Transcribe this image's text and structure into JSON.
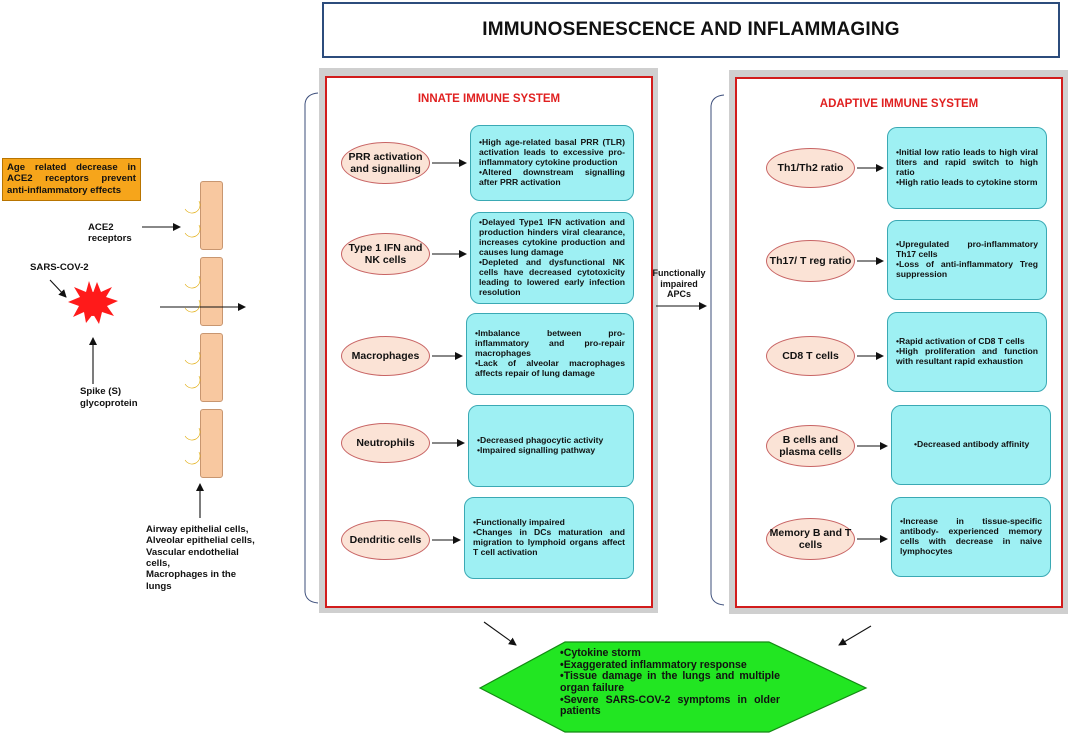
{
  "title": "IMMUNOSENESCENCE AND INFLAMMAGING",
  "left": {
    "ace2_note": "Age related decrease in ACE2 receptors prevent anti-inflammatory effects",
    "ace2_receptors_label": "ACE2 receptors",
    "virus_label": "SARS-COV-2",
    "spike_label_1": "Spike (S)",
    "spike_label_2": "glycoprotein",
    "cells_label": [
      "Airway epithelial cells,",
      "Alveolar epithelial cells,",
      "Vascular endothelial cells,",
      "Macrophages in the lungs"
    ]
  },
  "innate": {
    "title": "INNATE IMMUNE SYSTEM",
    "rows": [
      {
        "name": "PRR activation and signalling",
        "points": [
          "•High age-related basal PRR (TLR) activation leads to excessive pro-inflammatory cytokine production",
          "•Altered downstream signalling after PRR activation"
        ]
      },
      {
        "name": "Type 1 IFN and NK cells",
        "points": [
          "•Delayed Type1 IFN activation and production hinders viral clearance, increases cytokine production and causes lung damage",
          "•Depleted and dysfunctional NK cells have decreased cytotoxicity leading to lowered early infection resolution"
        ]
      },
      {
        "name": "Macrophages",
        "points": [
          "•Imbalance between pro-inflammatory and pro-repair macrophages",
          "•Lack of alveolar macrophages affects repair of lung damage"
        ]
      },
      {
        "name": "Neutrophils",
        "points": [
          "•Decreased phagocytic activity",
          "•Impaired signalling pathway"
        ]
      },
      {
        "name": "Dendritic cells",
        "points": [
          "•Functionally impaired",
          "•Changes in DCs maturation and migration to lymphoid organs affect T cell activation"
        ]
      }
    ]
  },
  "bridge_label": "Functionally impaired APCs",
  "adaptive": {
    "title": "ADAPTIVE IMMUNE SYSTEM",
    "rows": [
      {
        "name": "Th1/Th2 ratio",
        "points": [
          "•Initial low ratio leads to high viral titers and rapid switch to high ratio",
          "•High ratio leads to cytokine storm"
        ]
      },
      {
        "name": "Th17/ T reg ratio",
        "points": [
          "•Upregulated pro-inflammatory Th17 cells",
          "•Loss of anti-inflammatory Treg suppression"
        ]
      },
      {
        "name": "CD8 T cells",
        "points": [
          "•Rapid activation of CD8 T cells",
          "•High proliferation and function with resultant rapid exhaustion"
        ]
      },
      {
        "name": "B cells and plasma cells",
        "points": [
          "•Decreased antibody affinity"
        ]
      },
      {
        "name": "Memory B and T cells",
        "points": [
          "•Increase in tissue-specific antibody- experienced memory cells with decrease in naive lymphocytes"
        ]
      }
    ]
  },
  "outcome": {
    "points": [
      "•Cytokine storm",
      "•Exaggerated inflammatory response",
      "•Tissue damage in the lungs and multiple organ failure",
      "•Severe SARS-COV-2 symptoms in older patients"
    ]
  },
  "colors": {
    "panel_border": "#d21c1c",
    "panel_title": "#e02020",
    "oval_fill": "#fbe3d6",
    "box_fill": "#9ef0f3",
    "note_fill": "#f6a51b",
    "virus_fill": "#ff1a1a",
    "outcome_fill": "#22e622"
  }
}
